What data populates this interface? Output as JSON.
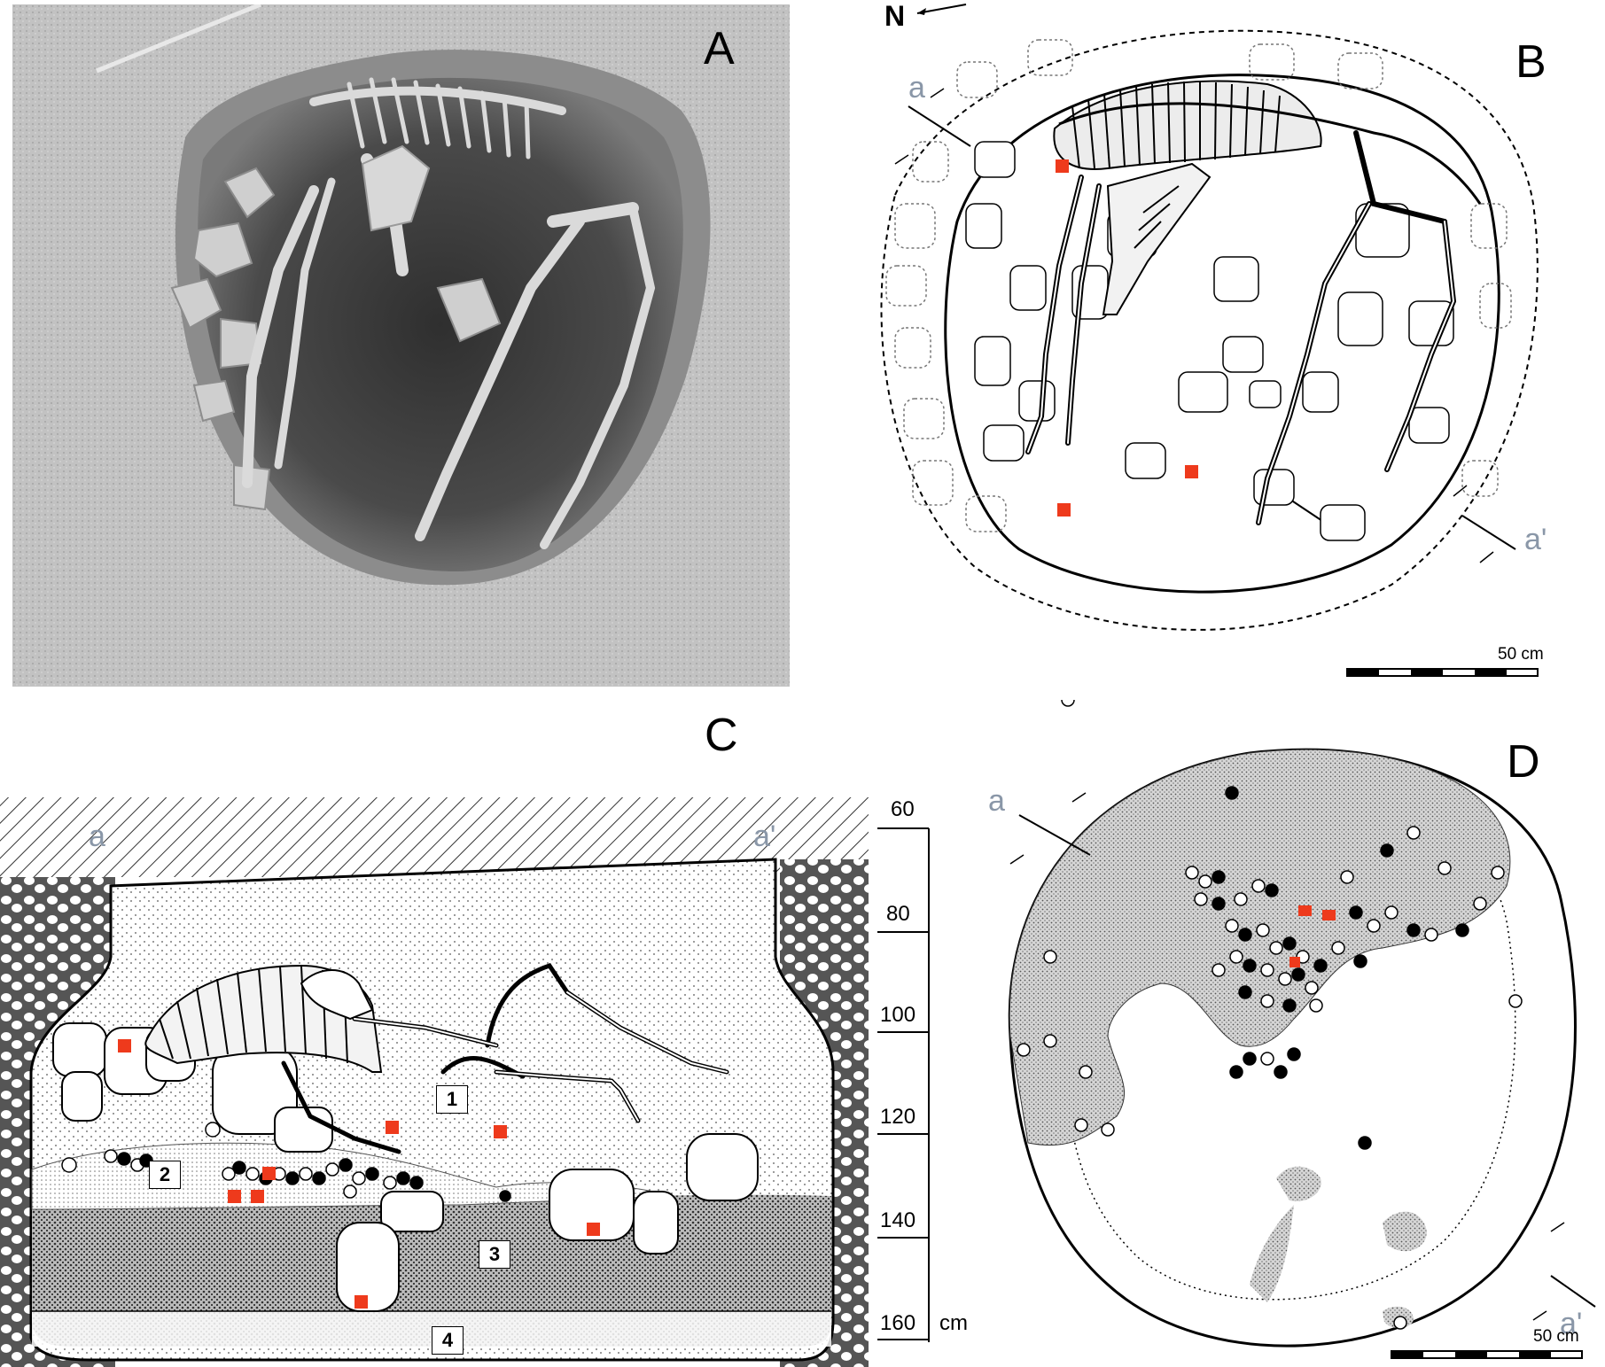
{
  "panels": {
    "a": {
      "letter": "A"
    },
    "b": {
      "letter": "B",
      "north": "N",
      "section_start": "a",
      "section_end": "a'",
      "scale": "50 cm"
    },
    "c": {
      "letter": "C",
      "section_start": "a",
      "section_end": "a'",
      "layers": [
        "1",
        "2",
        "3",
        "4"
      ],
      "depths": [
        "60",
        "80",
        "100",
        "120",
        "140",
        "160"
      ],
      "depth_unit": "cm"
    },
    "d": {
      "letter": "D",
      "section_start": "a",
      "section_end": "a'",
      "scale": "50 cm"
    }
  },
  "colors": {
    "marker": "#ee3a1c",
    "ink": "#111111",
    "section_label": "#8a97a8",
    "photo_soil": "#b9b9b9",
    "pit_dark": "#3c3c3c"
  }
}
